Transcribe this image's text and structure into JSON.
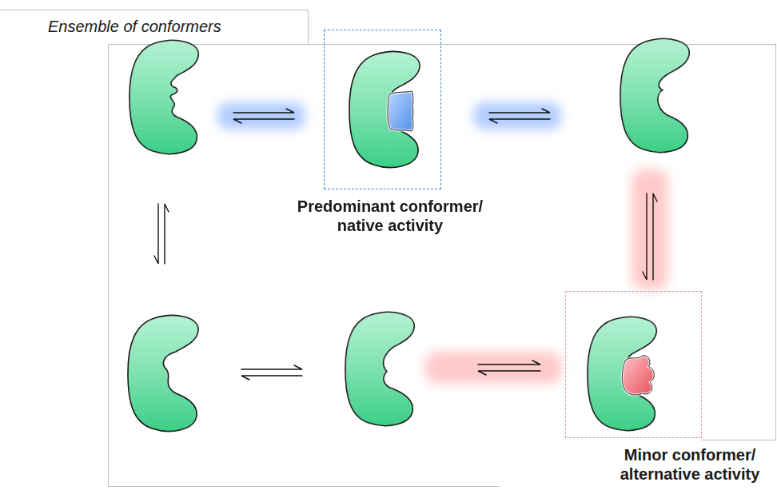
{
  "diagram": {
    "title": "Ensemble of conformers",
    "nodes": [
      {
        "text": [
          "Predominant conformer/ native activity"
        ]
      },
      {
        "text": [
          "Minor conformer/ alternative activity"
        ]
      }
    ]
  }
}
